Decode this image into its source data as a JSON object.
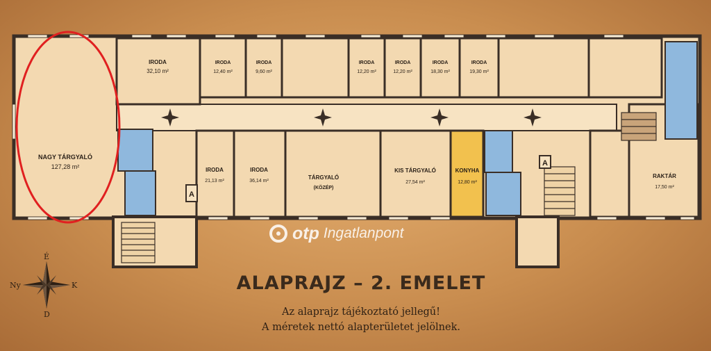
{
  "title": "ALAPRAJZ – 2. EMELET",
  "notes": [
    "Az alaprajz tájékoztató jellegű!",
    "A méretek nettó alapterületet jelölnek."
  ],
  "logo": {
    "brand": "otp",
    "name": "Ingatlanpont"
  },
  "compass": {
    "north": "É",
    "south": "D",
    "west": "Ny",
    "east": "K"
  },
  "stair_marker": "A",
  "colors": {
    "wall": "#3a2e26",
    "floor": "#f3d9b1",
    "wet": "#8fb8dd",
    "kitchen": "#f2c14e",
    "highlight": "#e02020"
  },
  "rooms": [
    {
      "id": "nagy-targyalo",
      "label": "NAGY TÁRGYALÓ",
      "area": "127,28 m²"
    },
    {
      "id": "iroda-1",
      "label": "IRODA",
      "area": "32,10 m²"
    },
    {
      "id": "iroda-2",
      "label": "IRODA",
      "area": "12,40 m²"
    },
    {
      "id": "iroda-3",
      "label": "IRODA",
      "area": "9,60 m²"
    },
    {
      "id": "iroda-4",
      "label": "IRODA",
      "area": "12,20 m²"
    },
    {
      "id": "iroda-5",
      "label": "IRODA",
      "area": "12,20 m²"
    },
    {
      "id": "iroda-6",
      "label": "IRODA",
      "area": "18,30 m²"
    },
    {
      "id": "iroda-7",
      "label": "IRODA",
      "area": "19,30 m²"
    },
    {
      "id": "iroda-8",
      "label": "IRODA",
      "area": "21,13 m²"
    },
    {
      "id": "iroda-9",
      "label": "IRODA",
      "area": "36,14 m²"
    },
    {
      "id": "targyalo-kozep",
      "label": "TÁRGYALÓ",
      "sub": "(KÖZÉP)",
      "area": ""
    },
    {
      "id": "kis-targyalo",
      "label": "KIS TÁRGYALÓ",
      "area": "27,54 m²"
    },
    {
      "id": "konyha",
      "label": "KONYHA",
      "area": "12,80 m²"
    },
    {
      "id": "raktar",
      "label": "RAKTÁR",
      "area": "17,50 m²"
    }
  ]
}
